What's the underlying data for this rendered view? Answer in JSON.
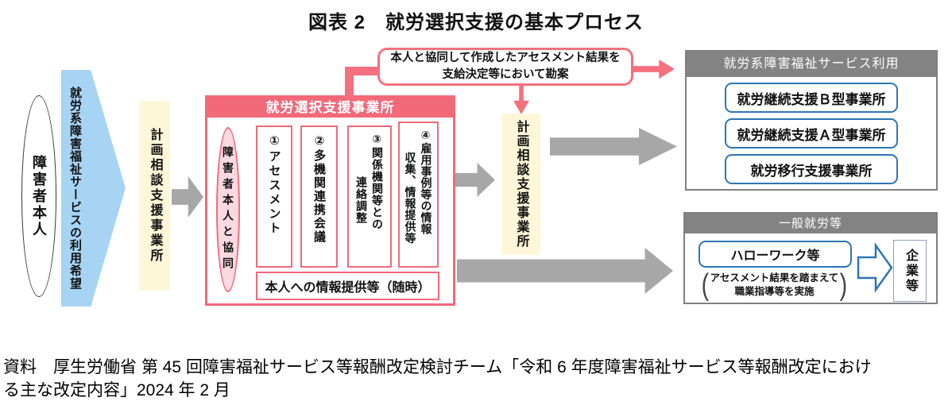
{
  "title": "図表 2　就労選択支援の基本プロセス",
  "colors": {
    "salmon": "#f2697a",
    "pink_fill": "#fbd9e2",
    "blue_shape": "#a8d4f4",
    "cream": "#fdf6d8",
    "gray_arrow": "#a7a7a7",
    "gray_header": "#838383",
    "blue_border": "#2e75b6"
  },
  "flow": {
    "person": "障害者本人",
    "service_wish": "就労系障害福祉サービスの利用希望",
    "plan_office_left": "計画相談支援事業所",
    "support_office": {
      "header": "就労選択支援事業所",
      "collab_oval": "障害者本人と協同",
      "steps": [
        {
          "lines": [
            "①アセスメント",
            ""
          ]
        },
        {
          "lines": [
            "②多機関連携会議",
            ""
          ]
        },
        {
          "lines": [
            "③関係機関等との",
            "連絡調整"
          ]
        },
        {
          "lines": [
            "④雇用事例等の情報",
            "収集、情報提供等"
          ]
        }
      ],
      "anytime_note": "本人への情報提供等（随時）"
    },
    "callout": {
      "line1": "本人と協同して作成したアセスメント結果を",
      "line2": "支給決定等において勘案"
    },
    "plan_office_right": "計画相談支援事業所",
    "welfare_group": {
      "header": "就労系障害福祉サービス利用",
      "items": [
        "就労継続支援Ｂ型事業所",
        "就労継続支援Ａ型事業所",
        "就労移行支援事業所"
      ]
    },
    "general_group": {
      "header": "一般就労等",
      "hellowork": "ハローワーク等",
      "note_line1": "アセスメント結果を踏まえて",
      "note_line2": "職業指導等を実施",
      "paren_open": "(",
      "paren_close": ")",
      "company": "企業等"
    }
  },
  "caption": "資料　厚生労働省 第 45 回障害福祉サービス等報酬改定検討チーム「令和 6 年度障害福祉サービス等報酬改定における主な改定内容」2024 年 2 月"
}
